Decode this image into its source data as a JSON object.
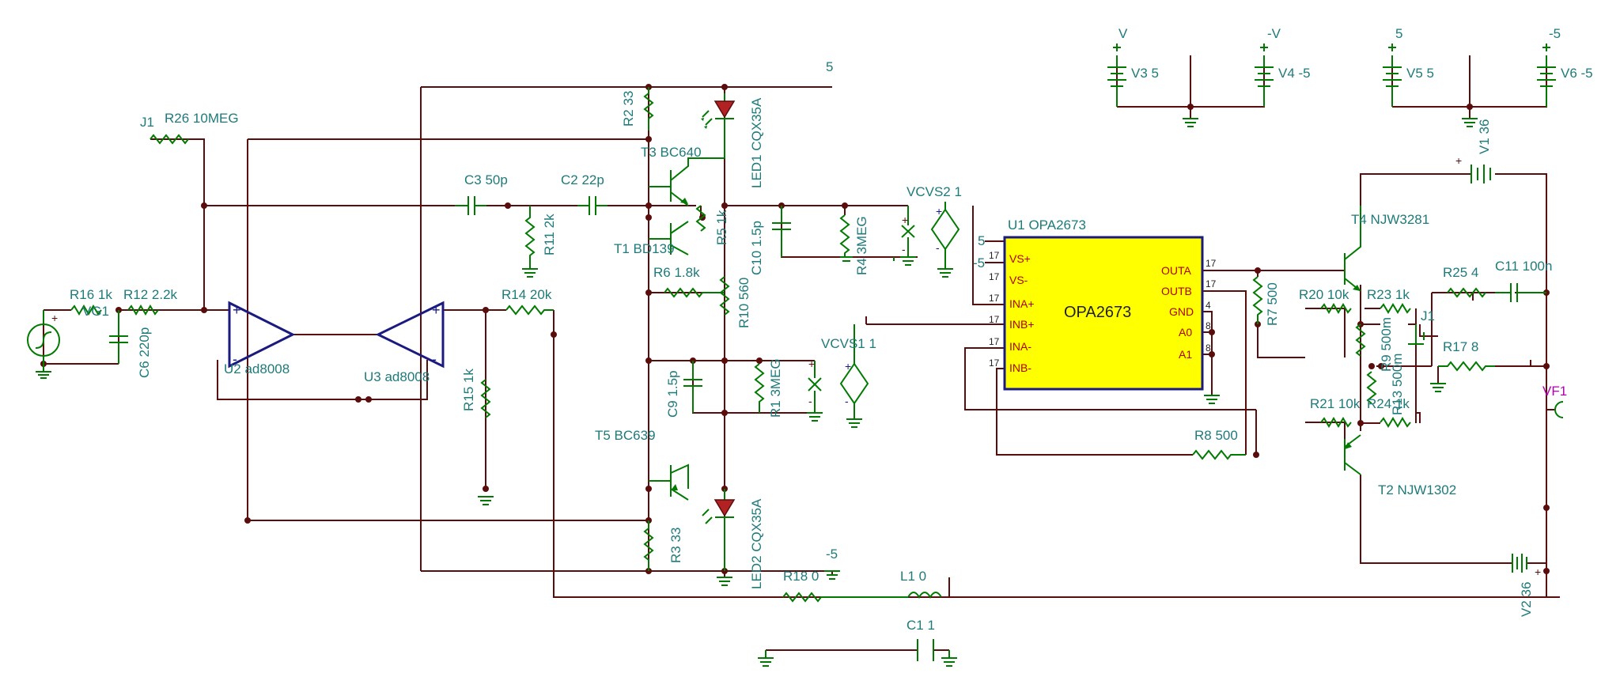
{
  "labels": {
    "j1a": "J1",
    "r26": "R26 10MEG",
    "r2": "R2 33",
    "led1": "LED1 CQX35A",
    "t3": "T3 BC640",
    "net5": "5",
    "c3": "C3 50p",
    "c2": "C2 22p",
    "r11": "R11 2k",
    "t1": "T1 BD139",
    "r5": "R5 1k",
    "c10": "C10 1.5p",
    "r4": "R4 3MEG",
    "vcvs2": "VCVS2 1",
    "r6": "R6 1.8k",
    "r10": "R10 560",
    "r16": "R16 1k",
    "vg1": "VG1",
    "r12": "R12 2.2k",
    "c6": "C6 220p",
    "u2": "U2 ad8008",
    "u3": "U3 ad8008",
    "r14": "R14 20k",
    "r15": "R15 1k",
    "c9": "C9 1.5p",
    "r1": "R1 3MEG",
    "vcvs1": "VCVS1 1",
    "t5": "T5 BC639",
    "led2": "LED2 CQX35A",
    "r3": "R3 33",
    "netm5": "-5",
    "r18": "R18 0",
    "l1": "L1 0",
    "c1": "C1 1",
    "v3": "V3 5",
    "v4": "V4 -5",
    "netV": "V",
    "netmV": "-V",
    "v5": "V5 5",
    "v6": "V6 -5",
    "net5b": "5",
    "netm5b": "-5",
    "u1": "U1 OPA2673",
    "u1_5": "5",
    "u1_m5": "-5",
    "v1": "V1 36",
    "t4": "T4 NJW3281",
    "r7": "R7 500",
    "r20": "R20 10k",
    "r23": "R23 1k",
    "r25": "R25 4",
    "c11": "C11 100n",
    "j1b": "J1",
    "r9": "R9 500m",
    "r13": "R13 500m",
    "r17": "R17 8",
    "vf1": "VF1",
    "r21": "R21 10k",
    "r24": "R24 1k",
    "r8": "R8 500",
    "t2": "T2 NJW1302",
    "v2": "V2 36"
  },
  "chip": {
    "name": "OPA2673",
    "pins_left": [
      "VS+",
      "VS-",
      "INA+",
      "INB+",
      "INA-",
      "INB-"
    ],
    "pins_right": [
      "OUTA",
      "OUTB",
      "GND",
      "A0",
      "A1"
    ],
    "pin_numbers": [
      "17",
      "17",
      "17",
      "17",
      "17",
      "17",
      "17",
      "17",
      "4",
      "8",
      "8"
    ]
  },
  "colors": {
    "wire": "#5a0d0d",
    "component": "#007a00",
    "label": "#1f7a7a",
    "chip_fill": "#ffff00",
    "chip_border": "#1a1a80",
    "opamp": "#1a1a80",
    "pin_text": "#b00000"
  }
}
